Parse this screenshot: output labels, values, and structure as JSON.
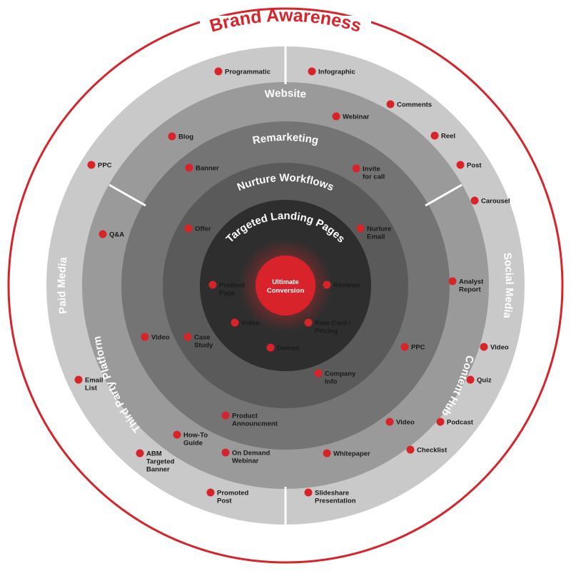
{
  "title": "Brand Awareness",
  "center": {
    "line1": "Ultimate",
    "line2": "Conversion"
  },
  "colors": {
    "accent": "#d9232a",
    "outer_ring": "#c9c9c9",
    "ring2": "#9a9a9a",
    "ring3": "#747474",
    "ring4": "#5a5a5a",
    "ring5": "#474747",
    "core": "#2e2e2e"
  },
  "ring_titles": {
    "paid_media": "Paid Media",
    "social_media": "Social Media",
    "website": "Website",
    "third_party": "Third Party Platform",
    "content_hub": "Content Hub",
    "remarketing": "Remarketing",
    "nurture": "Nurture Workflows",
    "landing": "Targeted Landing Pages"
  },
  "labels": [
    {
      "id": "programmatic",
      "lines": [
        "Programmatic"
      ]
    },
    {
      "id": "infographic",
      "lines": [
        "Infographic"
      ]
    },
    {
      "id": "comments",
      "lines": [
        "Comments"
      ]
    },
    {
      "id": "webinar",
      "lines": [
        "Webinar"
      ]
    },
    {
      "id": "reel",
      "lines": [
        "Reel"
      ]
    },
    {
      "id": "blog",
      "lines": [
        "Blog"
      ]
    },
    {
      "id": "ppc-paid",
      "lines": [
        "PPC"
      ]
    },
    {
      "id": "banner",
      "lines": [
        "Banner"
      ]
    },
    {
      "id": "invite",
      "lines": [
        "Invite",
        "for call"
      ]
    },
    {
      "id": "post",
      "lines": [
        "Post"
      ]
    },
    {
      "id": "carousel",
      "lines": [
        "Carousel"
      ]
    },
    {
      "id": "qa",
      "lines": [
        "Q&A"
      ]
    },
    {
      "id": "offer",
      "lines": [
        "Offer"
      ]
    },
    {
      "id": "nurture-email",
      "lines": [
        "Nurture",
        "Email"
      ]
    },
    {
      "id": "analyst",
      "lines": [
        "Analyst",
        "Report"
      ]
    },
    {
      "id": "product-page",
      "lines": [
        "Product",
        "Page"
      ]
    },
    {
      "id": "reviews",
      "lines": [
        "Reviews"
      ]
    },
    {
      "id": "video-core",
      "lines": [
        "Video"
      ]
    },
    {
      "id": "ratecard",
      "lines": [
        "Rate Card /",
        "Pricing"
      ]
    },
    {
      "id": "video-3p",
      "lines": [
        "Video"
      ]
    },
    {
      "id": "case-study",
      "lines": [
        "Case",
        "Study"
      ]
    },
    {
      "id": "demos",
      "lines": [
        "Demos"
      ]
    },
    {
      "id": "ppc-hub",
      "lines": [
        "PPC"
      ]
    },
    {
      "id": "video-social",
      "lines": [
        "Video"
      ]
    },
    {
      "id": "company-info",
      "lines": [
        "Company",
        "Info"
      ]
    },
    {
      "id": "email-list",
      "lines": [
        "Email",
        "List"
      ]
    },
    {
      "id": "quiz",
      "lines": [
        "Quiz"
      ]
    },
    {
      "id": "product-ann",
      "lines": [
        "Product",
        "Announcment"
      ]
    },
    {
      "id": "video-hub",
      "lines": [
        "Video"
      ]
    },
    {
      "id": "podcast",
      "lines": [
        "Podcast"
      ]
    },
    {
      "id": "howto",
      "lines": [
        "How-To",
        "Guide"
      ]
    },
    {
      "id": "checklist",
      "lines": [
        "Checklist"
      ]
    },
    {
      "id": "abm",
      "lines": [
        "ABM",
        "Targeted",
        "Banner"
      ]
    },
    {
      "id": "ondemand",
      "lines": [
        "On Demand",
        "Webinar"
      ]
    },
    {
      "id": "whitepaper",
      "lines": [
        "Whitepaper"
      ]
    },
    {
      "id": "promoted",
      "lines": [
        "Promoted",
        "Post"
      ]
    },
    {
      "id": "slideshare",
      "lines": [
        "Slideshare",
        "Presentation"
      ]
    }
  ]
}
